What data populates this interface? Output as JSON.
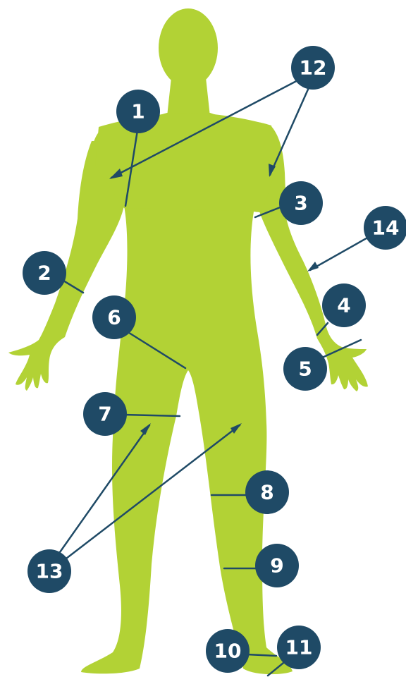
{
  "colors": {
    "body": "#b2d235",
    "badge": "#1f4a66",
    "badge_text": "#ffffff",
    "background": "#ffffff"
  },
  "figure": {
    "type": "human-body-front-silhouette"
  },
  "markers": [
    {
      "id": "m1",
      "label": "1"
    },
    {
      "id": "m2",
      "label": "2"
    },
    {
      "id": "m3",
      "label": "3"
    },
    {
      "id": "m4",
      "label": "4"
    },
    {
      "id": "m5",
      "label": "5"
    },
    {
      "id": "m6",
      "label": "6"
    },
    {
      "id": "m7",
      "label": "7"
    },
    {
      "id": "m8",
      "label": "8"
    },
    {
      "id": "m9",
      "label": "9"
    },
    {
      "id": "m10",
      "label": "10"
    },
    {
      "id": "m11",
      "label": "11"
    },
    {
      "id": "m12",
      "label": "12"
    },
    {
      "id": "m13",
      "label": "13"
    },
    {
      "id": "m14",
      "label": "14"
    }
  ]
}
